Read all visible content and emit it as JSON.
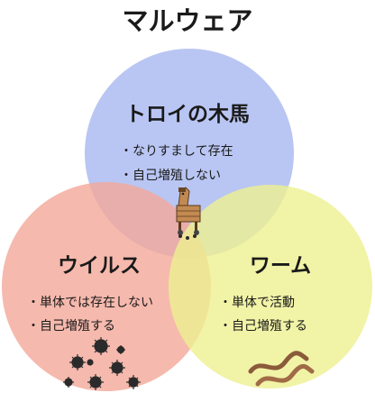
{
  "title": "マルウェア",
  "colors": {
    "trojan": "#a8b8f0",
    "virus": "#f4a898",
    "worm": "#eef090",
    "text": "#1a1a1a"
  },
  "trojan": {
    "name": "トロイの木馬",
    "bullets": [
      "・なりすまして存在",
      "・自己増殖しない"
    ],
    "illustration": "trojan-horse-icon"
  },
  "virus": {
    "name": "ウイルス",
    "bullets": [
      "・単体では存在しない",
      "・自己増殖する"
    ],
    "illustration": "virus-germs-icon"
  },
  "worm": {
    "name": "ワーム",
    "bullets": [
      "・単体で活動",
      "・自己増殖する"
    ],
    "illustration": "worms-icon"
  }
}
